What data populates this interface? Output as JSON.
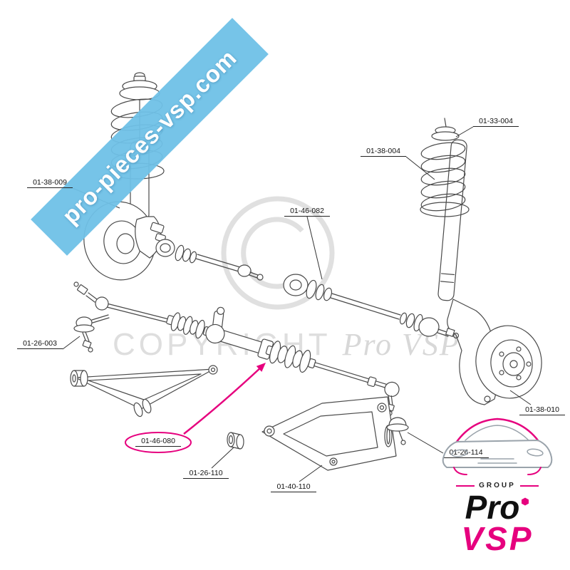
{
  "watermark": {
    "ribbon_text": "pro-pieces-vsp.com",
    "copyright_word": "COPYRIGHT",
    "copyright_brand": "Pro VSP"
  },
  "brand": {
    "group_label": "GROUP",
    "name_primary": "Pro",
    "name_secondary": "VSP"
  },
  "colors": {
    "accent_pink": "#e6007e",
    "ribbon_blue": "#6fc1e7",
    "line_color": "#4a4a4a",
    "watermark_gray": "#dcdcdc"
  },
  "parts": [
    {
      "id": "01-38-009"
    },
    {
      "id": "01-38-004"
    },
    {
      "id": "01-33-004"
    },
    {
      "id": "01-46-082"
    },
    {
      "id": "01-26-003"
    },
    {
      "id": "01-46-080",
      "highlighted": true
    },
    {
      "id": "01-26-110"
    },
    {
      "id": "01-40-110"
    },
    {
      "id": "01-26-114"
    },
    {
      "id": "01-38-010"
    }
  ]
}
